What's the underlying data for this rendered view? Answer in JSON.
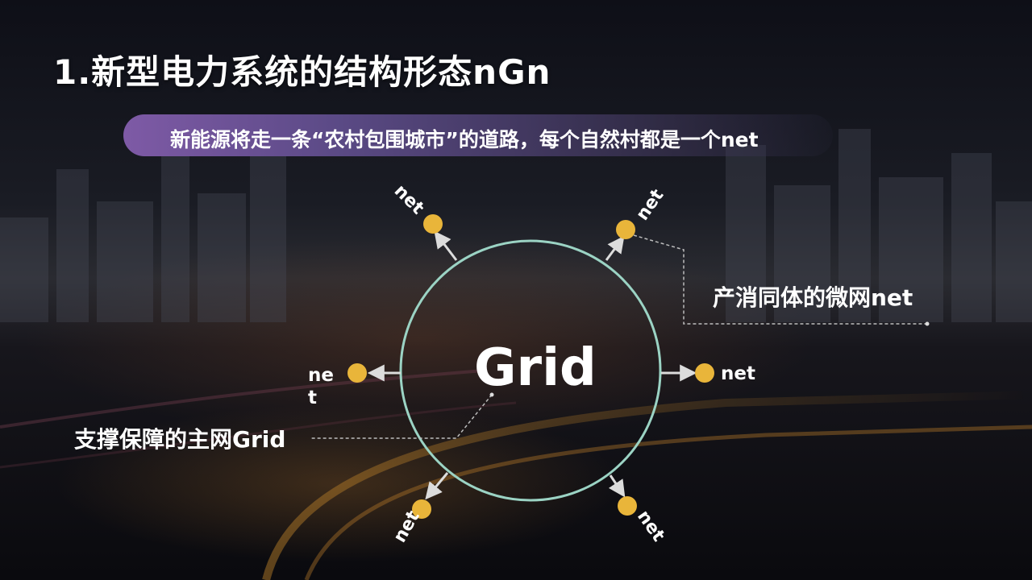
{
  "slide": {
    "title": "1.新型电力系统的结构形态nGn",
    "banner": "新能源将走一条“农村包围城市”的道路，每个自然村都是一个net"
  },
  "diagram": {
    "center_label": "Grid",
    "node_label": "net",
    "node_color": "#e9b53a",
    "ring_color": "#9bd3c4",
    "arrow_color": "#dcdcdc",
    "callout_micro": "产消同体的微网net",
    "callout_main": "支撑保障的主网Grid"
  },
  "colors": {
    "banner_start": "#7e5aa6",
    "text": "#ffffff"
  }
}
